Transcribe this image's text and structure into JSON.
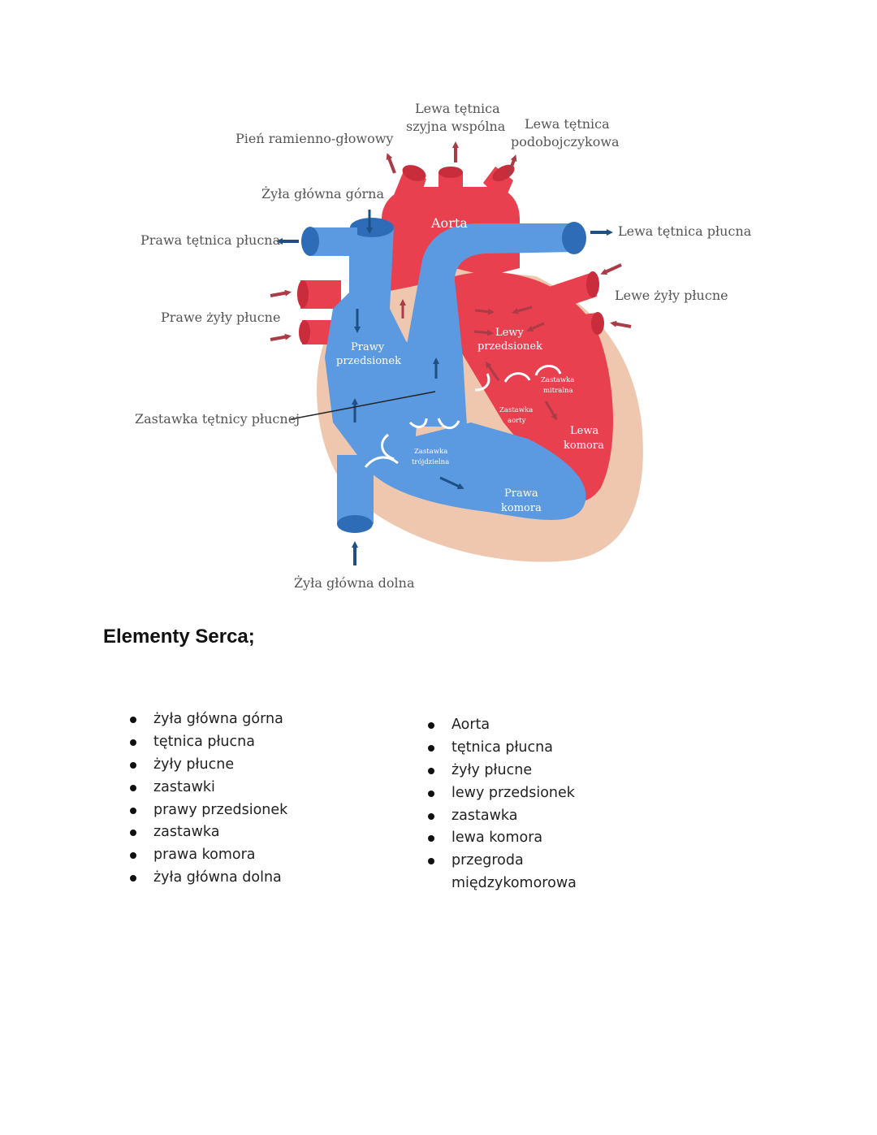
{
  "diagram": {
    "labels": {
      "pien_ramienno_glowowy": "Pień ramienno-głowowy",
      "lewa_tetnica_szyjna_1": "Lewa tętnica",
      "lewa_tetnica_szyjna_2": "szyjna wspólna",
      "lewa_tetnica_podobojczykowa_1": "Lewa tętnica",
      "lewa_tetnica_podobojczykowa_2": "podobojczykowa",
      "zyla_glowna_gorna": "Żyła główna górna",
      "aorta": "Aorta",
      "prawa_tetnica_plucna": "Prawa tętnica płucna",
      "lewa_tetnica_plucna": "Lewa tętnica płucna",
      "prawe_zyly_plucne": "Prawe żyły płucne",
      "lewe_zyly_plucne": "Lewe żyły płucne",
      "prawy_przedsionek_1": "Prawy",
      "prawy_przedsionek_2": "przedsionek",
      "lewy_przedsionek_1": "Lewy",
      "lewy_przedsionek_2": "przedsionek",
      "zastawka_mitralna_1": "Zastawka",
      "zastawka_mitralna_2": "mitralna",
      "zastawka_aorty_1": "Zastawka",
      "zastawka_aorty_2": "aorty",
      "lewa_komora_1": "Lewa",
      "lewa_komora_2": "komora",
      "zastawka_tetnicy_plucnej": "Zastawka tętnicy płucnej",
      "zastawka_trojdzielna_1": "Zastawka",
      "zastawka_trojdzielna_2": "trójdzielna",
      "prawa_komora_1": "Prawa",
      "prawa_komora_2": "komora",
      "zyla_glowna_dolna": "Żyła główna dolna"
    },
    "colors": {
      "oxygenated": "#e8404f",
      "deoxygenated": "#5b9ae0",
      "wall": "#efc7ae",
      "arrow_red": "#a93c46",
      "arrow_blue": "#1e4f86"
    }
  },
  "heading": "Elementy Serca;",
  "list_left": [
    "żyła główna górna",
    "tętnica płucna",
    "żyły płucne",
    "zastawki",
    "prawy przedsionek",
    "zastawka",
    "prawa komora",
    "żyła główna dolna"
  ],
  "list_right": [
    "Aorta",
    "tętnica płucna",
    "żyły płucne",
    "lewy przedsionek",
    "zastawka",
    "lewa komora",
    "przegroda międzykomorowa"
  ]
}
